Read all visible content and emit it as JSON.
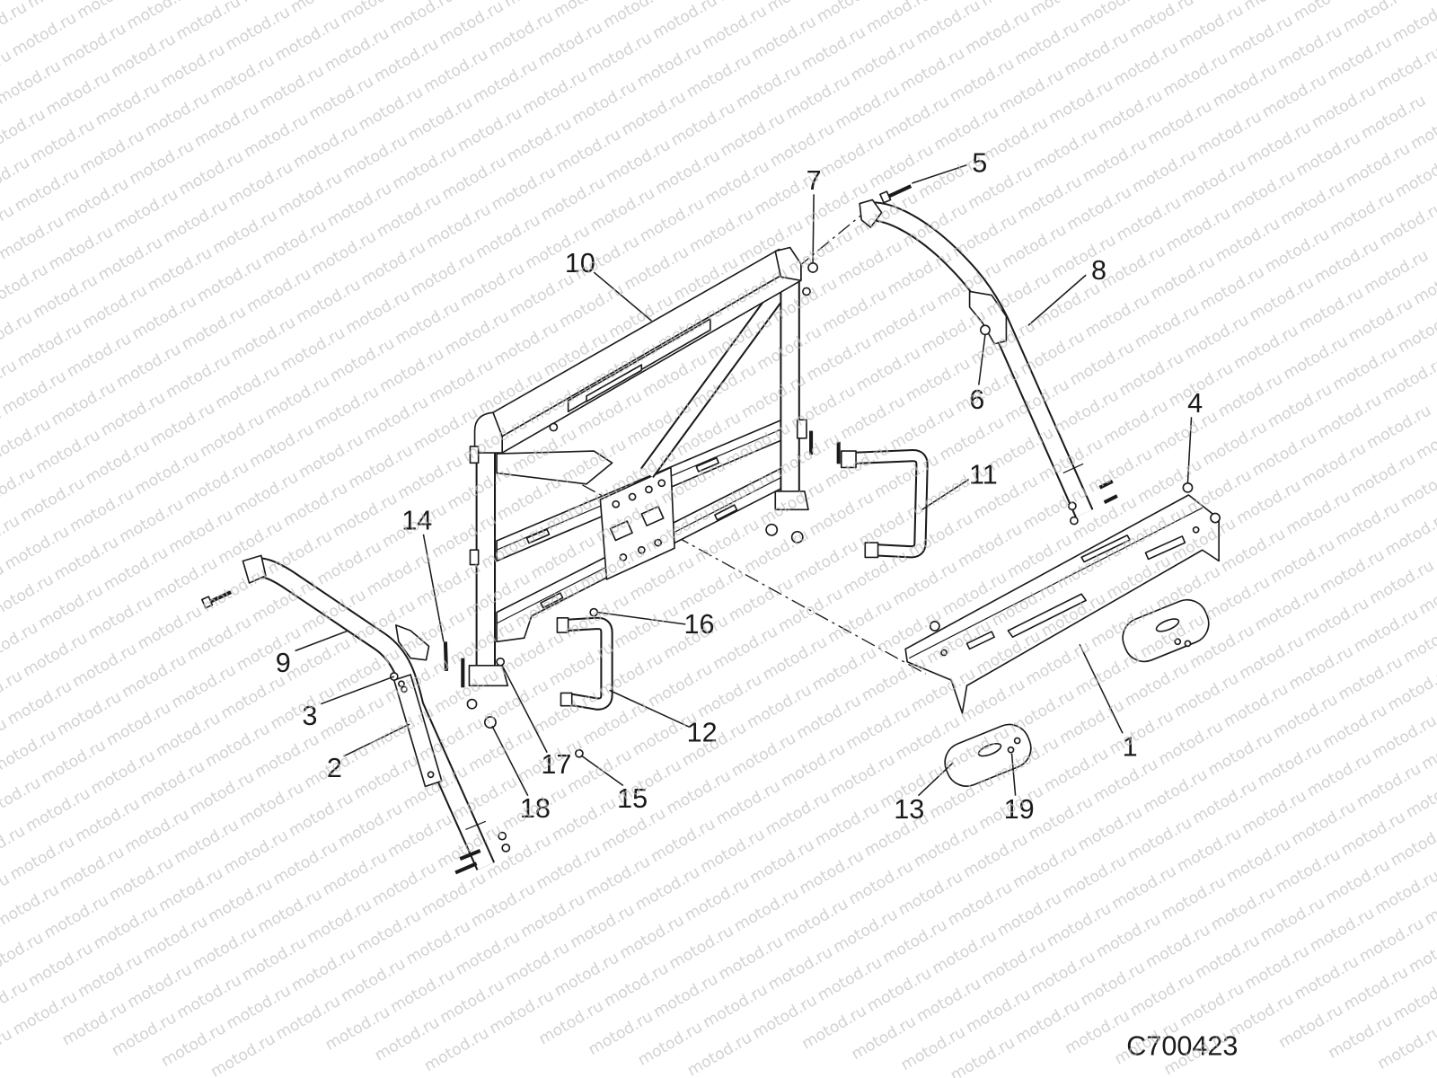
{
  "diagram": {
    "id_label": "C700423"
  },
  "callouts": [
    "1",
    "2",
    "3",
    "4",
    "5",
    "6",
    "7",
    "8",
    "9",
    "10",
    "11",
    "12",
    "13",
    "14",
    "15",
    "16",
    "17",
    "18",
    "19"
  ],
  "watermark": "motod.ru",
  "colors": {
    "line": "#1a1a1a",
    "background": "#ffffff",
    "watermark": "#bfbfbf"
  }
}
